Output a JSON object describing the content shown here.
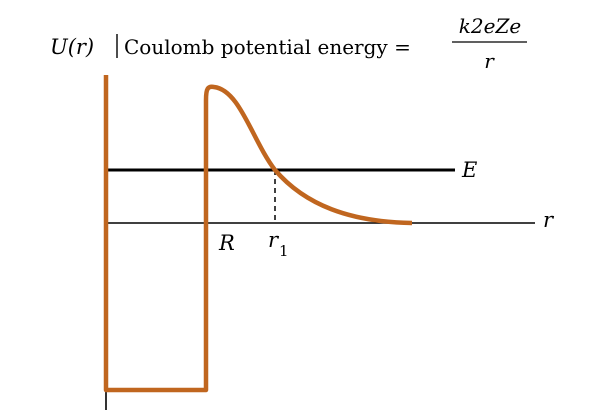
{
  "labels": {
    "y_axis": "U(r)",
    "x_axis": "r",
    "title_text": "Coulomb potential energy =",
    "fraction_numerator": "k2eZe",
    "fraction_denominator": "r",
    "energy_level": "E",
    "nuclear_radius": "R",
    "turning_point": "r",
    "turning_point_subscript": "1"
  },
  "colors": {
    "potential_curve": "#c0661f",
    "axes": "#000000",
    "energy_line": "#000000"
  }
}
